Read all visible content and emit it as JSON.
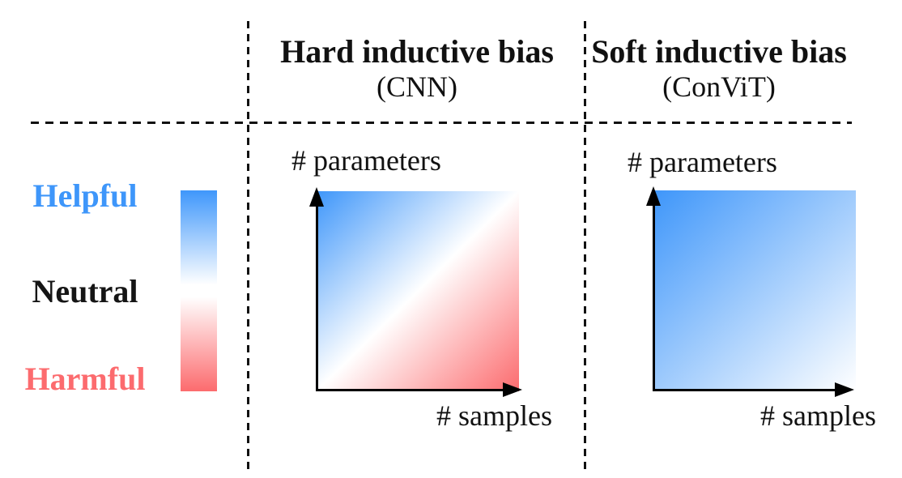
{
  "legend": {
    "items": [
      {
        "label": "Helpful",
        "color": "#3E96FA"
      },
      {
        "label": "Neutral",
        "color": "#151515"
      },
      {
        "label": "Harmful",
        "color": "#FC6B6E"
      }
    ],
    "bar_gradient": {
      "top": "#3F97FB",
      "middle": "#FFFFFF",
      "bottom": "#FC6B6E",
      "direction": "top-to-bottom"
    }
  },
  "columns": [
    {
      "title": "Hard inductive bias",
      "subtitle": "(CNN)",
      "y_axis_label": "# parameters",
      "x_axis_label": "# samples",
      "square_gradient": {
        "direction": "top-left to bottom-right",
        "stops": [
          "#3E96FA",
          "#FFFFFF",
          "#FC6B6E"
        ],
        "meaning": "helpful at few samples / many parameters, harmful at many samples / few parameters"
      }
    },
    {
      "title": "Soft inductive bias",
      "subtitle": "(ConViT)",
      "y_axis_label": "# parameters",
      "x_axis_label": "# samples",
      "square_gradient": {
        "direction": "top-left to bottom-right",
        "stops": [
          "#3E96FA",
          "#FFFFFF"
        ],
        "meaning": "helpful everywhere, fading to neutral"
      }
    }
  ],
  "colors": {
    "helpful_blue": "#3E96FA",
    "harmful_red": "#FC6B6E",
    "neutral_text": "#151515",
    "axis_black": "#000000",
    "background": "#FFFFFF"
  }
}
